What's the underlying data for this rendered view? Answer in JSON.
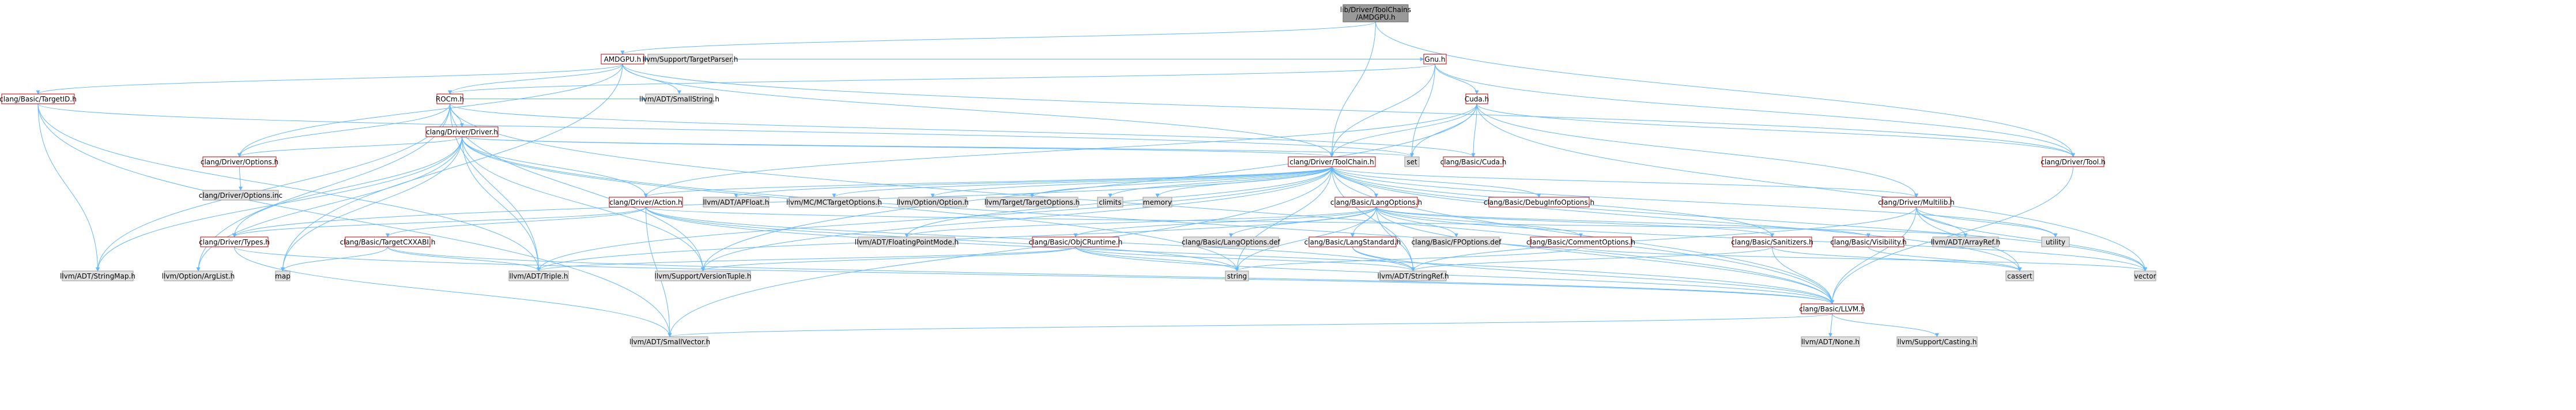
{
  "colors": {
    "root_fill": "#999999",
    "node_fill": "#ffffff",
    "external_fill": "#e0e0e0",
    "red_stroke": "#bf0000",
    "grey_stroke": "#999999",
    "edge": "#63b8ff",
    "text": "#000000"
  },
  "nodes": [
    {
      "id": "root",
      "label": "lib/Driver/ToolChains/AMDGPU.h",
      "kind": "root"
    },
    {
      "id": "amdgpu",
      "label": "AMDGPU.h",
      "kind": "red"
    },
    {
      "id": "gnu",
      "label": "Gnu.h",
      "kind": "red"
    },
    {
      "id": "rocm",
      "label": "ROCm.h",
      "kind": "red"
    },
    {
      "id": "targetparser",
      "label": "llvm/Support/TargetParser.h",
      "kind": "ext"
    },
    {
      "id": "targetid",
      "label": "clang/Basic/TargetID.h",
      "kind": "red"
    },
    {
      "id": "smallstring",
      "label": "llvm/ADT/SmallString.h",
      "kind": "ext"
    },
    {
      "id": "cudah",
      "label": "Cuda.h",
      "kind": "red"
    },
    {
      "id": "driverh",
      "label": "clang/Driver/Driver.h",
      "kind": "red"
    },
    {
      "id": "options",
      "label": "clang/Driver/Options.h",
      "kind": "red"
    },
    {
      "id": "optionsinc",
      "label": "clang/Driver/Options.inc",
      "kind": "ext"
    },
    {
      "id": "toolchain",
      "label": "clang/Driver/ToolChain.h",
      "kind": "red"
    },
    {
      "id": "set",
      "label": "set",
      "kind": "ext"
    },
    {
      "id": "basiccuda",
      "label": "clang/Basic/Cuda.h",
      "kind": "red"
    },
    {
      "id": "tool",
      "label": "clang/Driver/Tool.h",
      "kind": "red"
    },
    {
      "id": "action",
      "label": "clang/Driver/Action.h",
      "kind": "red"
    },
    {
      "id": "apfloat",
      "label": "llvm/ADT/APFloat.h",
      "kind": "ext"
    },
    {
      "id": "mctarget",
      "label": "llvm/MC/MCTargetOptions.h",
      "kind": "ext"
    },
    {
      "id": "option",
      "label": "llvm/Option/Option.h",
      "kind": "ext"
    },
    {
      "id": "targetoptions",
      "label": "llvm/Target/TargetOptions.h",
      "kind": "ext"
    },
    {
      "id": "climits",
      "label": "climits",
      "kind": "ext"
    },
    {
      "id": "memory",
      "label": "memory",
      "kind": "ext"
    },
    {
      "id": "langoptions",
      "label": "clang/Basic/LangOptions.h",
      "kind": "red"
    },
    {
      "id": "debuginfo",
      "label": "clang/Basic/DebugInfoOptions.h",
      "kind": "red"
    },
    {
      "id": "multilib",
      "label": "clang/Driver/Multilib.h",
      "kind": "red"
    },
    {
      "id": "types",
      "label": "clang/Driver/Types.h",
      "kind": "red"
    },
    {
      "id": "cxxabi",
      "label": "clang/Basic/TargetCXXABI.h",
      "kind": "red"
    },
    {
      "id": "stringmap",
      "label": "llvm/ADT/StringMap.h",
      "kind": "ext"
    },
    {
      "id": "arglist",
      "label": "llvm/Option/ArgList.h",
      "kind": "ext"
    },
    {
      "id": "map",
      "label": "map",
      "kind": "ext"
    },
    {
      "id": "triple",
      "label": "llvm/ADT/Triple.h",
      "kind": "ext"
    },
    {
      "id": "versiontuple",
      "label": "llvm/Support/VersionTuple.h",
      "kind": "ext"
    },
    {
      "id": "smallvector",
      "label": "llvm/ADT/SmallVector.h",
      "kind": "ext"
    },
    {
      "id": "fpmode",
      "label": "llvm/ADT/FloatingPointMode.h",
      "kind": "ext"
    },
    {
      "id": "objcruntime",
      "label": "clang/Basic/ObjCRuntime.h",
      "kind": "red"
    },
    {
      "id": "langoptsdef",
      "label": "clang/Basic/LangOptions.def",
      "kind": "ext"
    },
    {
      "id": "langstandard",
      "label": "clang/Basic/LangStandard.h",
      "kind": "red"
    },
    {
      "id": "fpoptionsdef",
      "label": "clang/Basic/FPOptions.def",
      "kind": "ext"
    },
    {
      "id": "commentoptions",
      "label": "clang/Basic/CommentOptions.h",
      "kind": "red"
    },
    {
      "id": "sanitizers",
      "label": "clang/Basic/Sanitizers.h",
      "kind": "red"
    },
    {
      "id": "visibility",
      "label": "clang/Basic/Visibility.h",
      "kind": "red"
    },
    {
      "id": "arrayref",
      "label": "llvm/ADT/ArrayRef.h",
      "kind": "ext"
    },
    {
      "id": "utility",
      "label": "utility",
      "kind": "ext"
    },
    {
      "id": "string",
      "label": "string",
      "kind": "ext"
    },
    {
      "id": "stringref",
      "label": "llvm/ADT/StringRef.h",
      "kind": "ext"
    },
    {
      "id": "llvmh",
      "label": "clang/Basic/LLVM.h",
      "kind": "red"
    },
    {
      "id": "cassert",
      "label": "cassert",
      "kind": "ext"
    },
    {
      "id": "vector",
      "label": "vector",
      "kind": "ext"
    },
    {
      "id": "none",
      "label": "llvm/ADT/None.h",
      "kind": "ext"
    },
    {
      "id": "casting",
      "label": "llvm/Support/Casting.h",
      "kind": "ext"
    }
  ],
  "edges": [
    [
      "root",
      "amdgpu"
    ],
    [
      "root",
      "toolchain"
    ],
    [
      "root",
      "tool"
    ],
    [
      "amdgpu",
      "gnu"
    ],
    [
      "amdgpu",
      "rocm"
    ],
    [
      "amdgpu",
      "targetparser"
    ],
    [
      "amdgpu",
      "targetid"
    ],
    [
      "amdgpu",
      "smallstring"
    ],
    [
      "amdgpu",
      "options"
    ],
    [
      "amdgpu",
      "toolchain"
    ],
    [
      "amdgpu",
      "tool"
    ],
    [
      "amdgpu",
      "map"
    ],
    [
      "gnu",
      "rocm"
    ],
    [
      "gnu",
      "cudah"
    ],
    [
      "gnu",
      "toolchain"
    ],
    [
      "gnu",
      "tool"
    ],
    [
      "gnu",
      "set"
    ],
    [
      "rocm",
      "smallstring"
    ],
    [
      "rocm",
      "driverh"
    ],
    [
      "rocm",
      "options"
    ],
    [
      "rocm",
      "basiccuda"
    ],
    [
      "rocm",
      "stringmap"
    ],
    [
      "rocm",
      "arglist"
    ],
    [
      "rocm",
      "triple"
    ],
    [
      "rocm",
      "versiontuple"
    ],
    [
      "rocm",
      "llvmh"
    ],
    [
      "targetid",
      "set"
    ],
    [
      "targetid",
      "stringmap"
    ],
    [
      "targetid",
      "triple"
    ],
    [
      "targetid",
      "smallvector"
    ],
    [
      "cudah",
      "basiccuda"
    ],
    [
      "cudah",
      "set"
    ],
    [
      "cudah",
      "tool"
    ],
    [
      "cudah",
      "toolchain"
    ],
    [
      "cudah",
      "multilib"
    ],
    [
      "cudah",
      "versiontuple"
    ],
    [
      "cudah",
      "action"
    ],
    [
      "cudah",
      "vector"
    ],
    [
      "driverh",
      "options"
    ],
    [
      "driverh",
      "toolchain"
    ],
    [
      "driverh",
      "action"
    ],
    [
      "driverh",
      "types"
    ],
    [
      "driverh",
      "stringmap"
    ],
    [
      "driverh",
      "arglist"
    ],
    [
      "driverh",
      "map"
    ],
    [
      "driverh",
      "string"
    ],
    [
      "driverh",
      "versiontuple"
    ],
    [
      "driverh",
      "triple"
    ],
    [
      "driverh",
      "llvmh"
    ],
    [
      "driverh",
      "set"
    ],
    [
      "options",
      "optionsinc"
    ],
    [
      "toolchain",
      "action"
    ],
    [
      "toolchain",
      "apfloat"
    ],
    [
      "toolchain",
      "mctarget"
    ],
    [
      "toolchain",
      "option"
    ],
    [
      "toolchain",
      "targetoptions"
    ],
    [
      "toolchain",
      "climits"
    ],
    [
      "toolchain",
      "memory"
    ],
    [
      "toolchain",
      "langoptions"
    ],
    [
      "toolchain",
      "debuginfo"
    ],
    [
      "toolchain",
      "multilib"
    ],
    [
      "toolchain",
      "sanitizers"
    ],
    [
      "toolchain",
      "types"
    ],
    [
      "toolchain",
      "triple"
    ],
    [
      "toolchain",
      "versiontuple"
    ],
    [
      "toolchain",
      "llvmh"
    ],
    [
      "toolchain",
      "string"
    ],
    [
      "toolchain",
      "utility"
    ],
    [
      "toolchain",
      "vector"
    ],
    [
      "toolchain",
      "cassert"
    ],
    [
      "toolchain",
      "smallvector"
    ],
    [
      "toolchain",
      "stringref"
    ],
    [
      "toolchain",
      "fpmode"
    ],
    [
      "tool",
      "llvmh"
    ],
    [
      "action",
      "types"
    ],
    [
      "action",
      "cxxabi"
    ],
    [
      "action",
      "llvmh"
    ],
    [
      "action",
      "arrayref"
    ],
    [
      "action",
      "stringref"
    ],
    [
      "action",
      "smallvector"
    ],
    [
      "action",
      "string"
    ],
    [
      "langoptions",
      "fpmode"
    ],
    [
      "langoptions",
      "objcruntime"
    ],
    [
      "langoptions",
      "langoptsdef"
    ],
    [
      "langoptions",
      "langstandard"
    ],
    [
      "langoptions",
      "fpoptionsdef"
    ],
    [
      "langoptions",
      "commentoptions"
    ],
    [
      "langoptions",
      "sanitizers"
    ],
    [
      "langoptions",
      "visibility"
    ],
    [
      "langoptions",
      "llvmh"
    ],
    [
      "langoptions",
      "triple"
    ],
    [
      "langoptions",
      "string"
    ],
    [
      "langoptions",
      "vector"
    ],
    [
      "langoptions",
      "stringref"
    ],
    [
      "multilib",
      "llvmh"
    ],
    [
      "multilib",
      "arrayref"
    ],
    [
      "multilib",
      "stringref"
    ],
    [
      "multilib",
      "cassert"
    ],
    [
      "multilib",
      "utility"
    ],
    [
      "multilib",
      "vector"
    ],
    [
      "types",
      "llvmh"
    ],
    [
      "types",
      "smallvector"
    ],
    [
      "cxxabi",
      "llvmh"
    ],
    [
      "cxxabi",
      "triple"
    ],
    [
      "cxxabi",
      "map"
    ],
    [
      "objcruntime",
      "llvmh"
    ],
    [
      "objcruntime",
      "triple"
    ],
    [
      "objcruntime",
      "versiontuple"
    ],
    [
      "objcruntime",
      "stringref"
    ],
    [
      "objcruntime",
      "string"
    ],
    [
      "langstandard",
      "llvmh"
    ],
    [
      "langstandard",
      "stringref"
    ],
    [
      "commentoptions",
      "string"
    ],
    [
      "commentoptions",
      "vector"
    ],
    [
      "sanitizers",
      "llvmh"
    ],
    [
      "sanitizers",
      "stringref"
    ],
    [
      "sanitizers",
      "cassert"
    ],
    [
      "visibility",
      "cassert"
    ],
    [
      "llvmh",
      "none"
    ],
    [
      "llvmh",
      "casting"
    ],
    [
      "llvmh",
      "smallvector"
    ]
  ]
}
